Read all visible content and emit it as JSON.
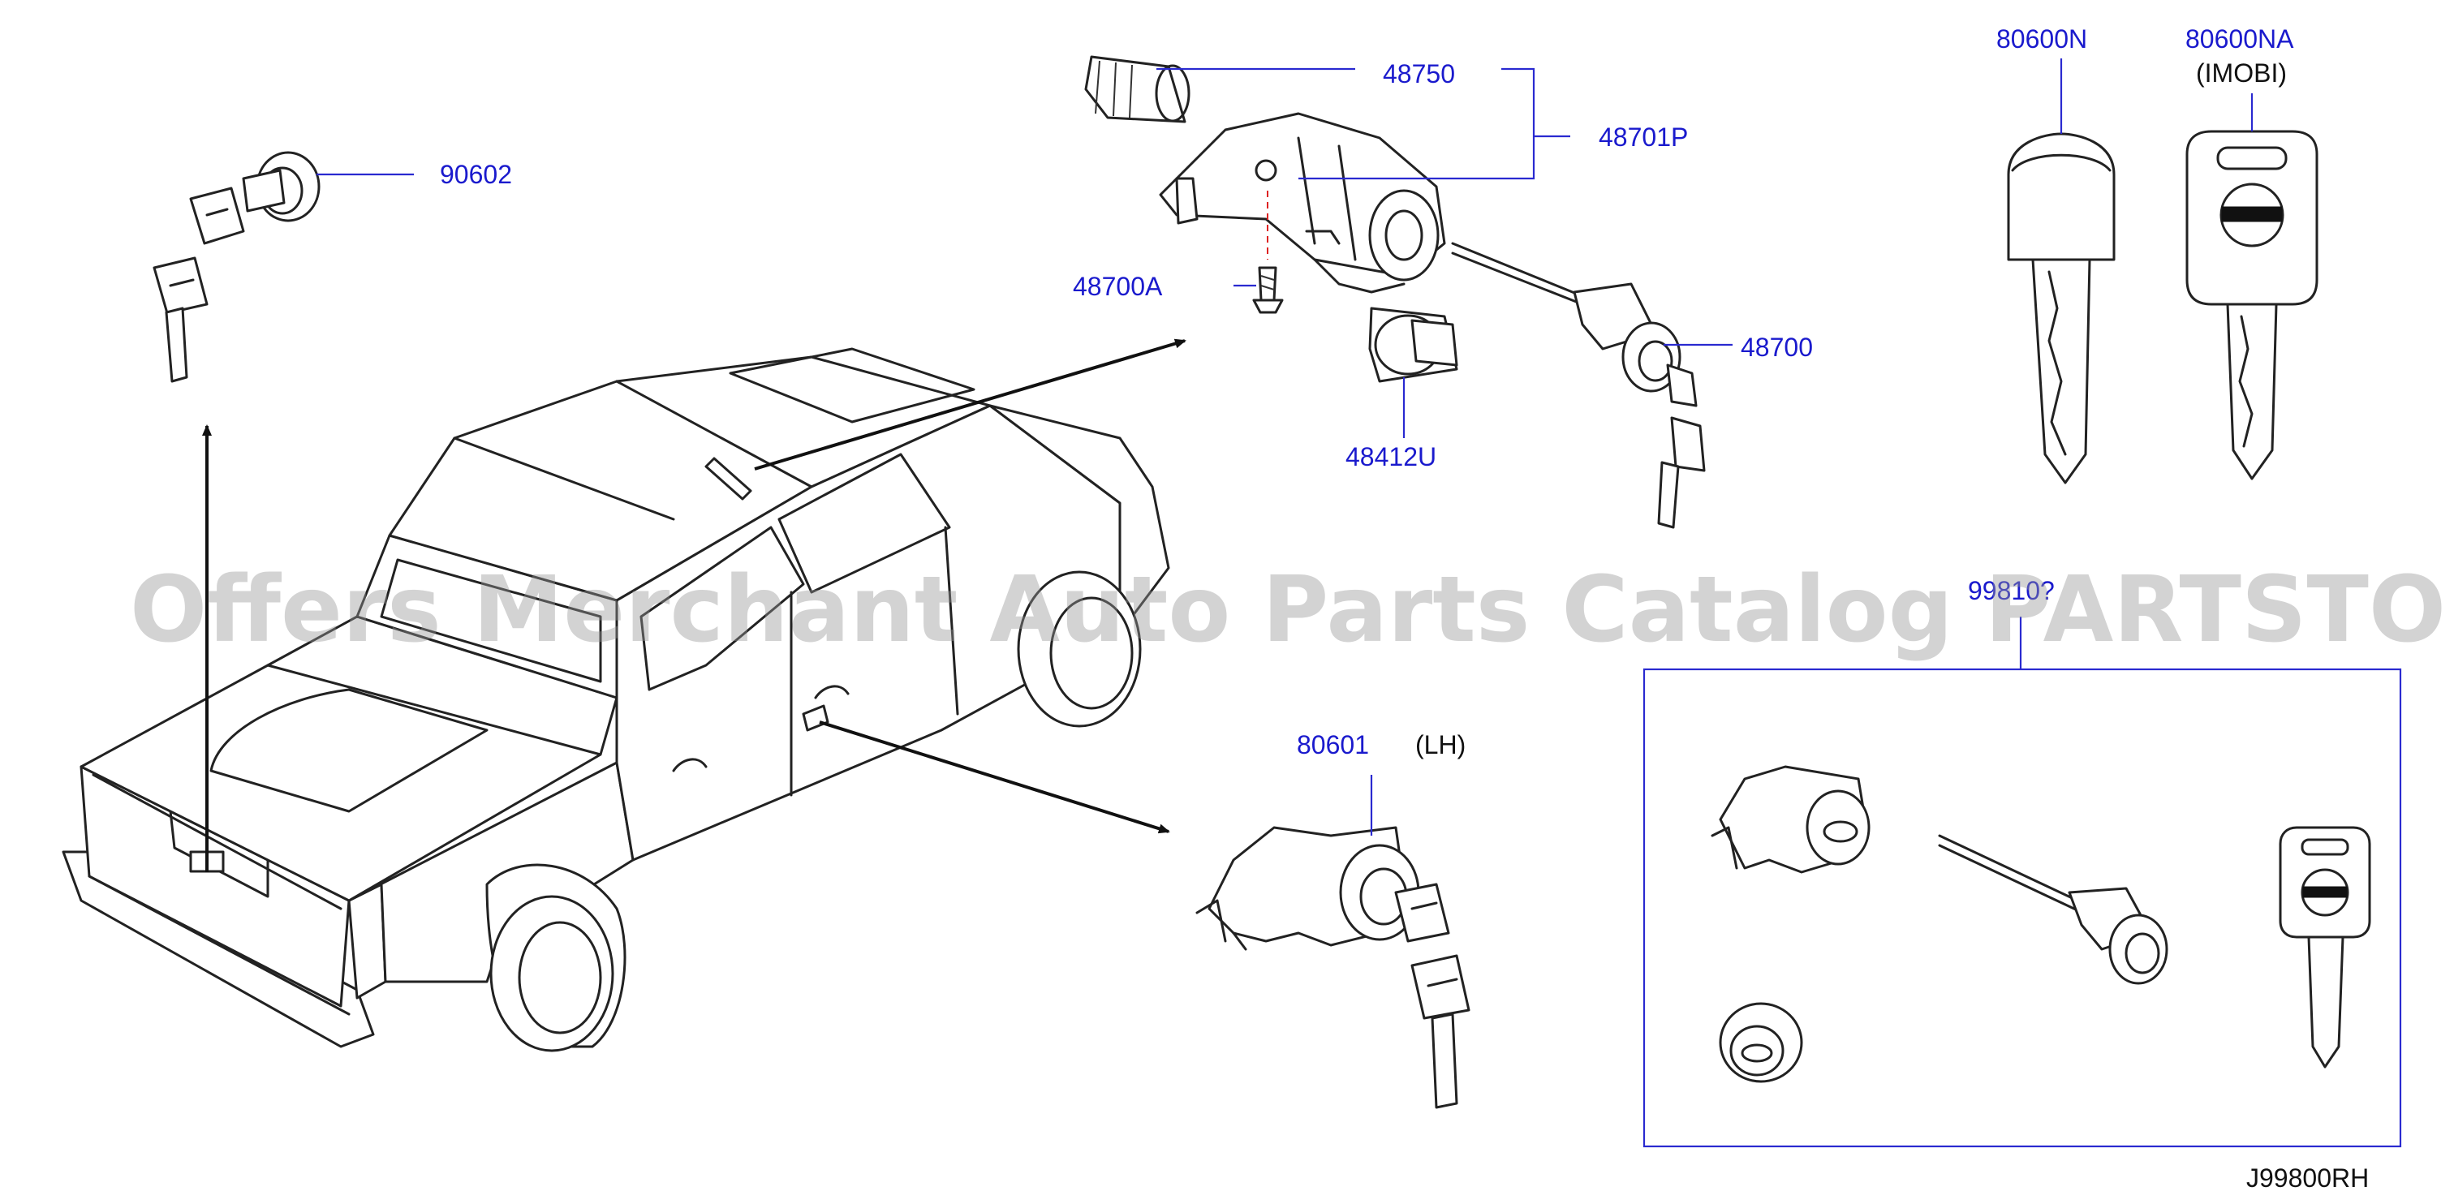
{
  "parts": {
    "p90602": "90602",
    "p48750": "48750",
    "p48701P": "48701P",
    "p48700A": "48700A",
    "p48700": "48700",
    "p48412U": "48412U",
    "p80600N": "80600N",
    "p80600NA": "80600NA",
    "imobi": "(IMOBI)",
    "p80601": "80601",
    "lh": "(LH)",
    "kit": "99810?"
  },
  "diagram_code": "J99800RH",
  "watermark": "Offers Merchant Auto Parts Catalog PARTSTORE.SA",
  "colors": {
    "label": "#1a1acd",
    "line": "#222222",
    "watermark": "#969696"
  },
  "icons": [
    "truck-illustration",
    "key-icon",
    "lock-cylinder-icon",
    "ignition-switch-icon",
    "immobilizer-key-icon"
  ]
}
